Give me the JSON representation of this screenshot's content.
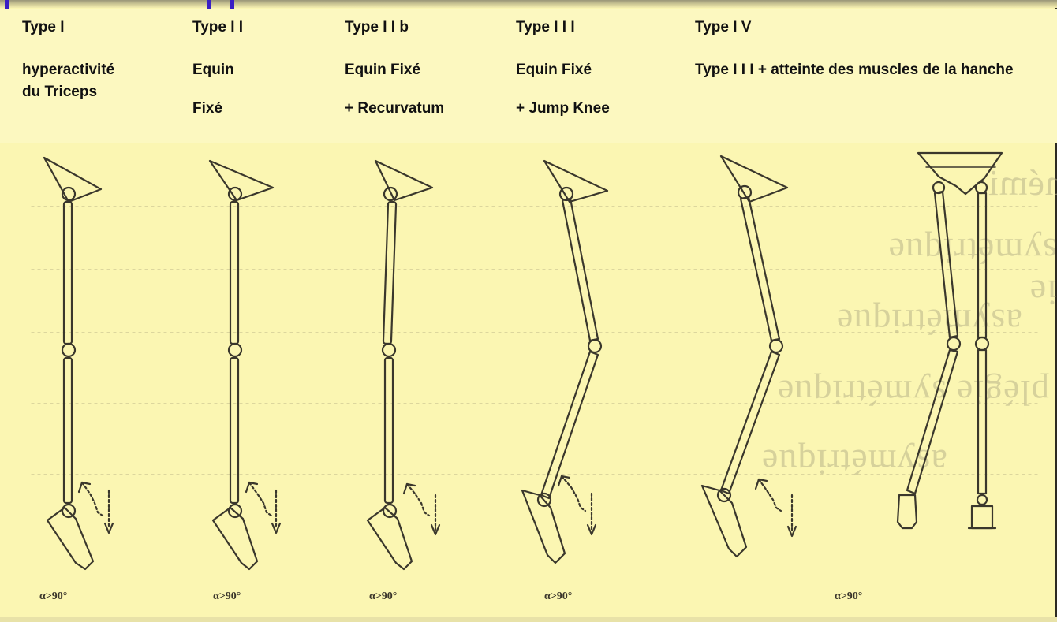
{
  "columns": [
    {
      "title": "Type I",
      "lines": [
        "hyperactivité",
        "du Triceps"
      ]
    },
    {
      "title": "Type I I",
      "lines": [
        "Equin",
        "Fixé"
      ]
    },
    {
      "title": "Type I I b",
      "lines": [
        "Equin  Fixé",
        "+ Recurvatum"
      ]
    },
    {
      "title": "Type I I I",
      "lines": [
        "Equin  Fixé",
        "+  Jump Knee"
      ]
    },
    {
      "title": "Type I V",
      "desc": "Type I I I +  atteinte des muscles de la hanche"
    }
  ],
  "captions": [
    "α>90°",
    "α>90°",
    "α>90°",
    "α>90°",
    "α>90°"
  ],
  "background_text": [
    "hémi",
    "ie symétrique",
    "asymétrique",
    "plégie symétrique",
    "asymétrique"
  ],
  "colors": {
    "background": "#fbf6b2",
    "line": "#3a372c",
    "text": "#111111",
    "accent": "#3a1fc4"
  }
}
